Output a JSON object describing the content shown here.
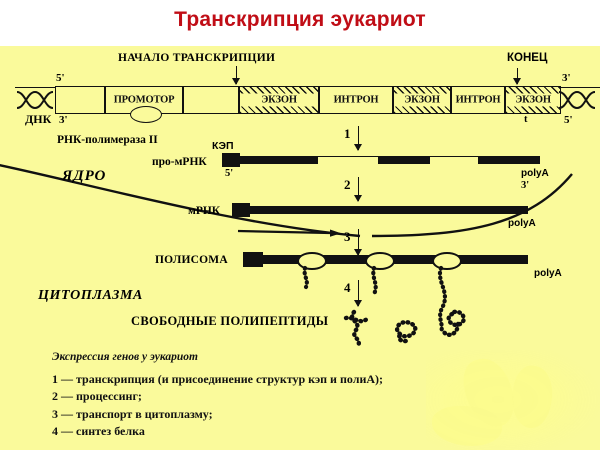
{
  "title": "Транскрипция эукариот",
  "colors": {
    "title": "#c00d16",
    "background": "#fafa9b",
    "header": "#ffffff",
    "ink": "#111111"
  },
  "diagram": {
    "dna": {
      "label": "ДНК",
      "start_label": "НАЧАЛО ТРАНСКРИПЦИИ",
      "end_label": "КОНЕЦ",
      "five_prime_left": "5'",
      "three_prime_left": "3'",
      "three_prime_right": "3'",
      "five_prime_right": "5'",
      "terminator": "t",
      "polymerase_label": "РНК-полимераза II",
      "segments": [
        {
          "label": "",
          "type": "plain"
        },
        {
          "label": "ПРОМОТОР",
          "type": "plain"
        },
        {
          "label": "",
          "type": "plain"
        },
        {
          "label": "ЭКЗОН",
          "type": "exon"
        },
        {
          "label": "ИНТРОН",
          "type": "plain"
        },
        {
          "label": "ЭКЗОН",
          "type": "exon"
        },
        {
          "label": "ИНТРОН",
          "type": "plain"
        },
        {
          "label": "ЭКЗОН",
          "type": "exon"
        }
      ]
    },
    "compartments": {
      "nucleus": "ЯДРО",
      "cytoplasm": "ЦИТОПЛАЗМА"
    },
    "transcripts": [
      {
        "name": "про-мРНК",
        "cap_label": "КЭП",
        "five_prime": "5'",
        "tail_label": "polyA",
        "three_prime": "3'"
      },
      {
        "name": "мРНК",
        "tail_label": "polyA"
      },
      {
        "name": "ПОЛИСОМА",
        "tail_label": "polyA"
      }
    ],
    "polypeptides_label": "СВОБОДНЫЕ ПОЛИПЕПТИДЫ",
    "steps": [
      "1",
      "2",
      "3",
      "4"
    ]
  },
  "legend": {
    "heading": "Экспрессия генов у эукариот",
    "items": [
      {
        "num": "1",
        "text": "— транскрипция (и присоединение структур кэп и полиА);"
      },
      {
        "num": "2",
        "text": "— процессинг;"
      },
      {
        "num": "3",
        "text": "— транспорт в цитоплазму;"
      },
      {
        "num": "4",
        "text": "— синтез белка"
      }
    ]
  }
}
